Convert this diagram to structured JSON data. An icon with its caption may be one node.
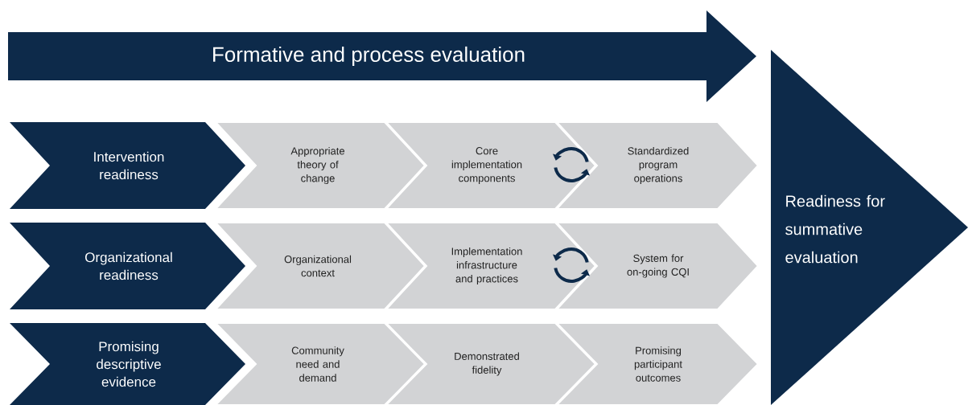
{
  "diagram": {
    "nodes": [
      {
        "text": [
          "Formative and process evaluation"
        ]
      },
      {
        "text": [
          "Readiness for summative evaluation"
        ]
      },
      {
        "text": [
          "Intervention readiness"
        ]
      },
      {
        "text": [
          "Appropriate theory of change"
        ]
      },
      {
        "text": [
          "Core implementation components"
        ]
      },
      {
        "text": [
          "Standardized program operations"
        ]
      },
      {
        "text": [
          "Organizational readiness"
        ]
      },
      {
        "text": [
          "Organizational context"
        ]
      },
      {
        "text": [
          "Implementation infrastructure and practices"
        ]
      },
      {
        "text": [
          "System for on-going CQI"
        ]
      },
      {
        "text": [
          "Promising descriptive evidence"
        ]
      },
      {
        "text": [
          "Community need and demand"
        ]
      },
      {
        "text": [
          "Demonstrated fidelity"
        ]
      },
      {
        "text": [
          "Promising participant outcomes"
        ]
      }
    ]
  }
}
